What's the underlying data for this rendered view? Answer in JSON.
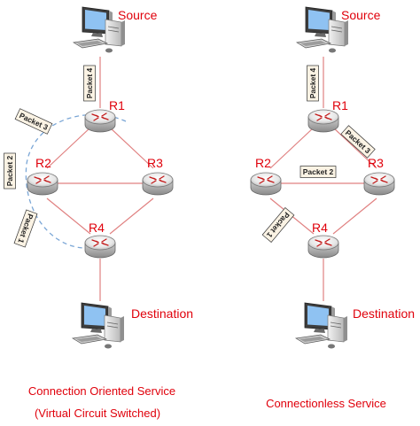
{
  "routers": {
    "r1": "R1",
    "r2": "R2",
    "r3": "R3",
    "r4": "R4"
  },
  "hosts": {
    "source": "Source",
    "destination": "Destination"
  },
  "left_panel": {
    "caption_line1": "Connection Oriented Service",
    "caption_line2": "(Virtual Circuit Switched)",
    "packets": [
      "Packet 4",
      "Packet 3",
      "Packet 2",
      "Packet 1"
    ]
  },
  "right_panel": {
    "caption": "Connectionless Service",
    "packets": [
      "Packet 4",
      "Packet 3",
      "Packet 2",
      "Packet 1"
    ]
  },
  "colors": {
    "label": "#e0000b",
    "link": "#e08080",
    "virtual_circuit": "#7aa6d6",
    "packet_fill": "#fbf3e4"
  }
}
